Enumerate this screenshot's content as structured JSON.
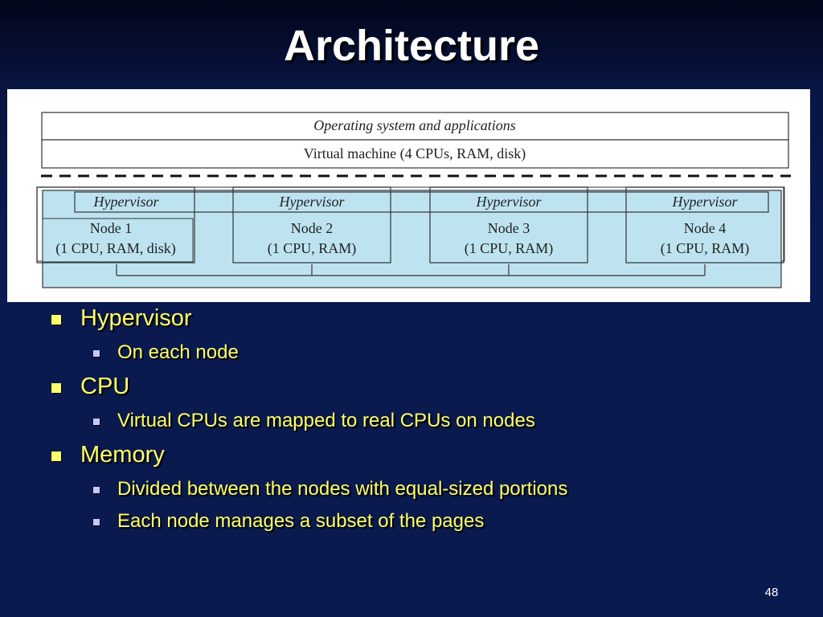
{
  "slide": {
    "title": "Architecture",
    "page_number": "48"
  },
  "diagram": {
    "os_layer": "Operating system and applications",
    "vm_layer": "Virtual machine (4 CPUs, RAM, disk)",
    "nodes": [
      {
        "hypervisor": "Hypervisor",
        "name": "Node 1",
        "spec": "(1 CPU, RAM, disk)"
      },
      {
        "hypervisor": "Hypervisor",
        "name": "Node 2",
        "spec": "(1 CPU, RAM)"
      },
      {
        "hypervisor": "Hypervisor",
        "name": "Node 3",
        "spec": "(1 CPU, RAM)"
      },
      {
        "hypervisor": "Hypervisor",
        "name": "Node 4",
        "spec": "(1 CPU, RAM)"
      }
    ],
    "colors": {
      "node_fill": "#bde3f0",
      "stroke": "#333333"
    }
  },
  "bullets": [
    {
      "label": "Hypervisor",
      "sub": [
        "On each node"
      ]
    },
    {
      "label": "CPU",
      "sub": [
        "Virtual CPUs are mapped to real CPUs on nodes"
      ]
    },
    {
      "label": "Memory",
      "sub": [
        "Divided between the nodes with equal-sized portions",
        "Each node manages a subset of the pages"
      ]
    }
  ],
  "colors": {
    "background": "#0a1a4e",
    "title": "#ffffff",
    "bullet_text": "#ffff66"
  }
}
